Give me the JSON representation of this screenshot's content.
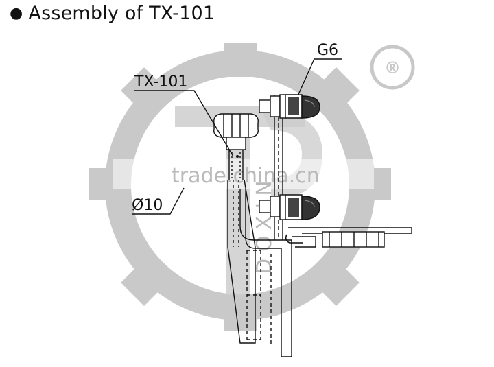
{
  "title": "Assembly of TX-101",
  "labels": {
    "part": "TX-101",
    "fastener": "G6",
    "diameter": "Ø10"
  },
  "watermark": {
    "site": "trade.china.cn",
    "brand": "DOXIN",
    "registered": "®"
  },
  "colors": {
    "watermark": "#c4c4c4",
    "line": "#111111",
    "hatch": "#222222"
  }
}
